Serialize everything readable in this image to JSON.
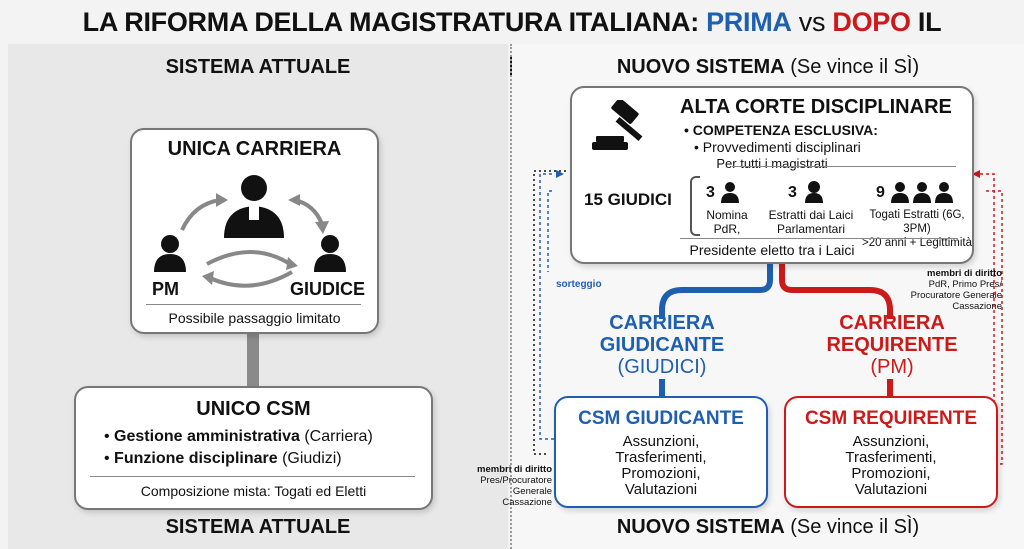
{
  "title": {
    "part1": "LA RIFORMA DELLA MAGISTRATURA ITALIANA: ",
    "prima": "PRIMA",
    "vs": " vs ",
    "dopo": "DOPO",
    "part2": " IL REFERENDUM"
  },
  "left": {
    "header_top": "SISTEMA ATTUALE",
    "header_bottom": "SISTEMA ATTUALE",
    "carriera_box": {
      "title": "UNICA CARRIERA",
      "pm_label": "PM",
      "giudice_label": "GIUDICE",
      "footer": "Possibile passaggio limitato"
    },
    "csm_box": {
      "title": "UNICO CSM",
      "item1_bold": "Gestione amministrativa",
      "item1_rest": " (Carriera)",
      "item2_bold": "Funzione disciplinare",
      "item2_rest": " (Giudizi)",
      "footer": "Composizione mista: Togati ed Eletti"
    }
  },
  "right": {
    "header_top_bold": "NUOVO SISTEMA",
    "header_top_rest": " (Se vince il SÌ)",
    "header_bottom_bold": "NUOVO SISTEMA",
    "header_bottom_rest": " (Se vince il SÌ)",
    "alta_corte": {
      "title": "ALTA CORTE DISCIPLINARE",
      "bullet1": "COMPETENZA ESCLUSIVA:",
      "bullet2": "Provvedimenti disciplinari",
      "subline": "Per tutti i magistrati",
      "giudici_total": "15 GIUDICI",
      "group1_count": "3",
      "group1_label1": "Nomina",
      "group1_label2": "PdR,",
      "group2_count": "3",
      "group2_label1": "Estratti dai Laici",
      "group2_label2": "Parlamentari",
      "group3_count": "9",
      "group3_label1": "Togati Estratti (6G, 3PM)",
      "group3_label2": ">20 anni + Legittimità",
      "footer": "Presidente eletto tra i Laici"
    },
    "sorteggio": "sorteggio",
    "membri_right": {
      "title": "membri di diritto",
      "line1": "PdR, Primo Pres/",
      "line2": "Procuratore Generale",
      "line3": "Cassazione"
    },
    "membri_left": {
      "title": "membri di diritto",
      "line1": "Pres/Procuratore",
      "line2": "Generale",
      "line3": "Cassazione"
    },
    "carriera_giudicante": {
      "line1": "CARRIERA",
      "line2": "GIUDICANTE",
      "line3": "(GIUDICI)"
    },
    "carriera_requirente": {
      "line1": "CARRIERA",
      "line2": "REQUIRENTE",
      "line3": "(PM)"
    },
    "csm_giudicante": {
      "title": "CSM GIUDICANTE",
      "lines": [
        "Assunzioni,",
        "Trasferimenti,",
        "Promozioni,",
        "Valutazioni"
      ]
    },
    "csm_requirente": {
      "title": "CSM REQUIRENTE",
      "lines": [
        "Assunzioni,",
        "Trasferimenti,",
        "Promozioni,",
        "Valutazioni"
      ]
    }
  },
  "colors": {
    "blue": "#1f5fb0",
    "red": "#cc1a1a",
    "gray": "#888888"
  }
}
